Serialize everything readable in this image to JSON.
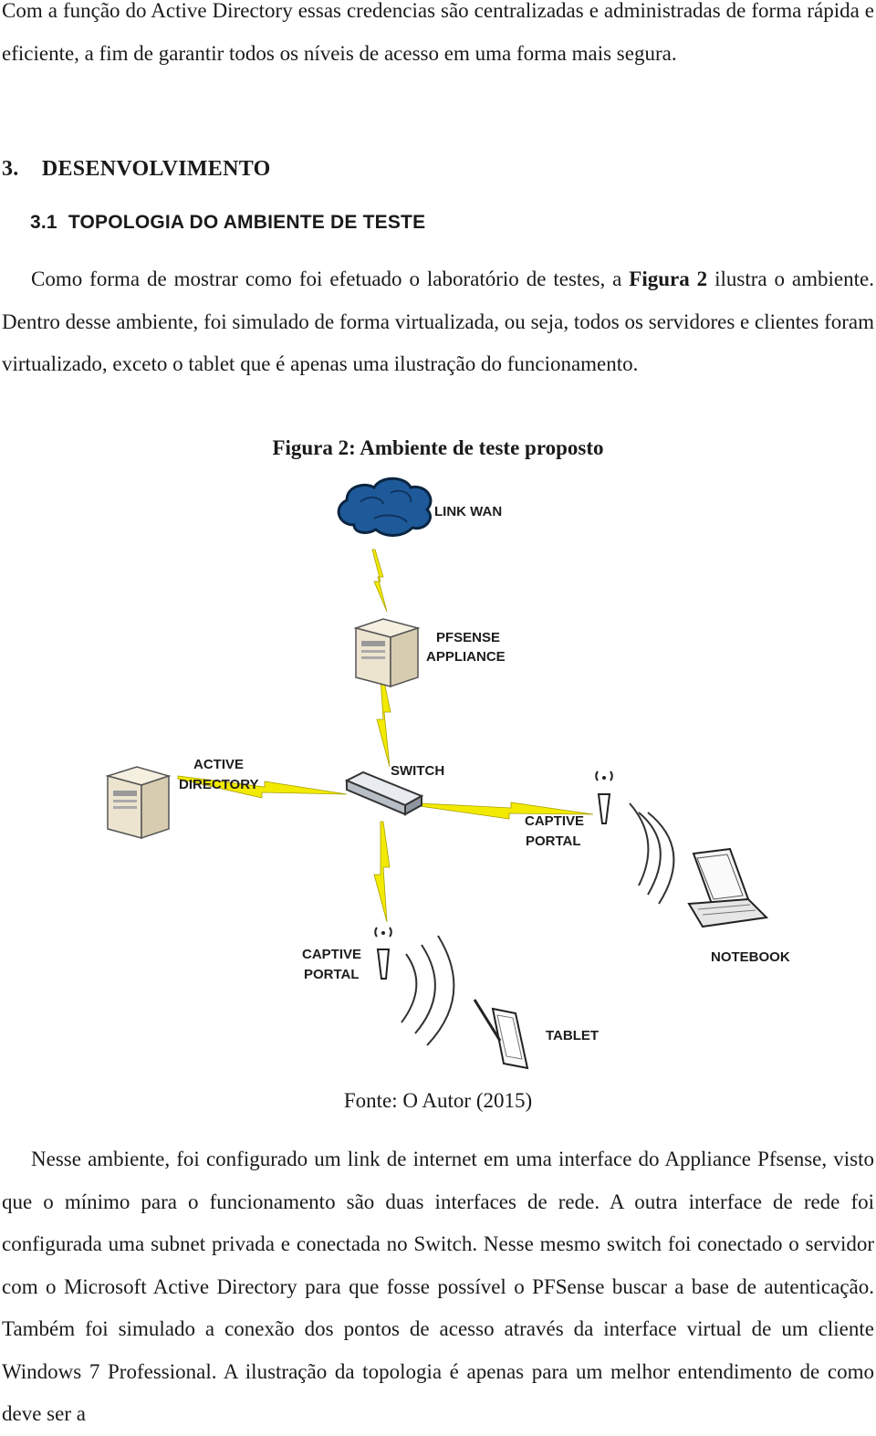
{
  "intro": {
    "text": "Com a função do Active Directory essas credencias são centralizadas e administradas de forma rápida e eficiente, a fim de garantir todos os níveis de acesso em uma forma mais segura."
  },
  "section": {
    "number": "3.",
    "title": "DESENVOLVIMENTO"
  },
  "subsection": {
    "title": "3.1  TOPOLOGIA DO AMBIENTE DE TESTE"
  },
  "para1": {
    "before": "Como forma de mostrar como foi efetuado o laboratório de testes, a ",
    "figure_ref": "Figura 2",
    "after": " ilustra o ambiente. Dentro desse ambiente, foi simulado de forma virtualizada, ou seja, todos os servidores e clientes foram virtualizado, exceto o tablet que é apenas uma ilustração do funcionamento."
  },
  "figure": {
    "caption": "Figura 2: Ambiente de teste proposto",
    "source": "Fonte: O Autor (2015)",
    "labels": {
      "link_wan": "LINK WAN",
      "pfsense_1": "PFSENSE",
      "pfsense_2": "APPLIANCE",
      "ad_1": "ACTIVE",
      "ad_2": "DIRECTORY",
      "switch": "SWITCH",
      "captive_right_1": "CAPTIVE",
      "captive_right_2": "PORTAL",
      "captive_left_1": "CAPTIVE",
      "captive_left_2": "PORTAL",
      "notebook": "NOTEBOOK",
      "tablet": "TABLET"
    }
  },
  "para2": {
    "text": "Nesse ambiente, foi configurado um link de internet em uma interface do Appliance Pfsense, visto que o mínimo para o funcionamento são duas interfaces de rede. A outra interface de rede foi configurada uma subnet privada e conectada no Switch. Nesse mesmo switch foi conectado o servidor com o Microsoft Active Directory para que fosse possível o PFSense buscar a base de autenticação. Também foi simulado a conexão dos pontos de acesso através da interface virtual de um cliente Windows 7 Professional. A ilustração da topologia é apenas para um melhor entendimento de como deve ser a"
  }
}
